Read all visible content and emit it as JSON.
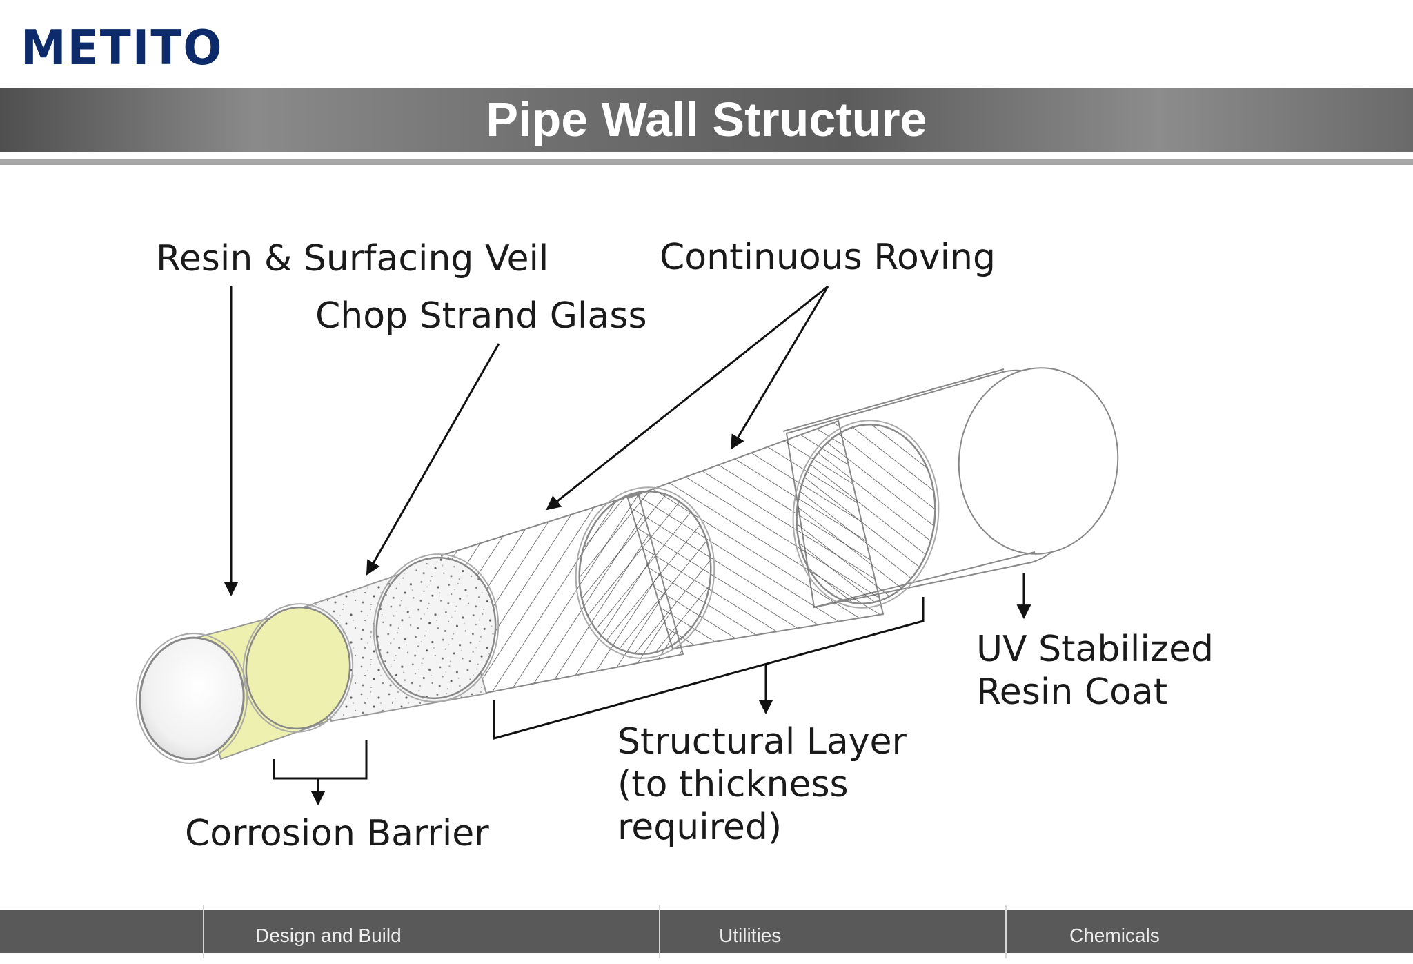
{
  "brand": {
    "logo_text": "METITO"
  },
  "title": "Pipe Wall Structure",
  "diagram": {
    "labels": {
      "resin_veil": "Resin & Surfacing Veil",
      "chop_strand": "Chop Strand Glass",
      "continuous_roving": "Continuous Roving",
      "uv_coat_line1": "UV Stabilized",
      "uv_coat_line2": "Resin Coat",
      "structural_line1": "Structural Layer",
      "structural_line2": "(to thickness",
      "structural_line3": "required)",
      "corrosion_barrier": "Corrosion Barrier"
    }
  },
  "footer": {
    "items": [
      "Design and Build",
      "Utilities",
      "Chemicals"
    ]
  }
}
